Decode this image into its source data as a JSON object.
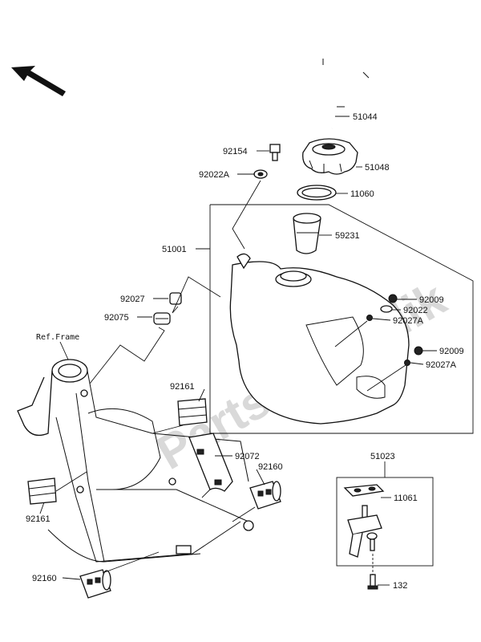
{
  "watermark": "PartsRepublik",
  "ref_frame_label": "Ref.Frame",
  "parts": {
    "p51044": "51044",
    "p92154": "92154",
    "p51048": "51048",
    "p92022A": "92022A",
    "p11060": "11060",
    "p51001": "51001",
    "p59231": "59231",
    "p92027": "92027",
    "p92009a": "92009",
    "p92022": "92022",
    "p92075": "92075",
    "p92027Aa": "92027A",
    "p92009b": "92009",
    "p92027Ab": "92027A",
    "p92161a": "92161",
    "p92072": "92072",
    "p92160a": "92160",
    "p92161b": "92161",
    "p92160b": "92160",
    "p51023": "51023",
    "p11061": "11061",
    "p132": "132"
  }
}
